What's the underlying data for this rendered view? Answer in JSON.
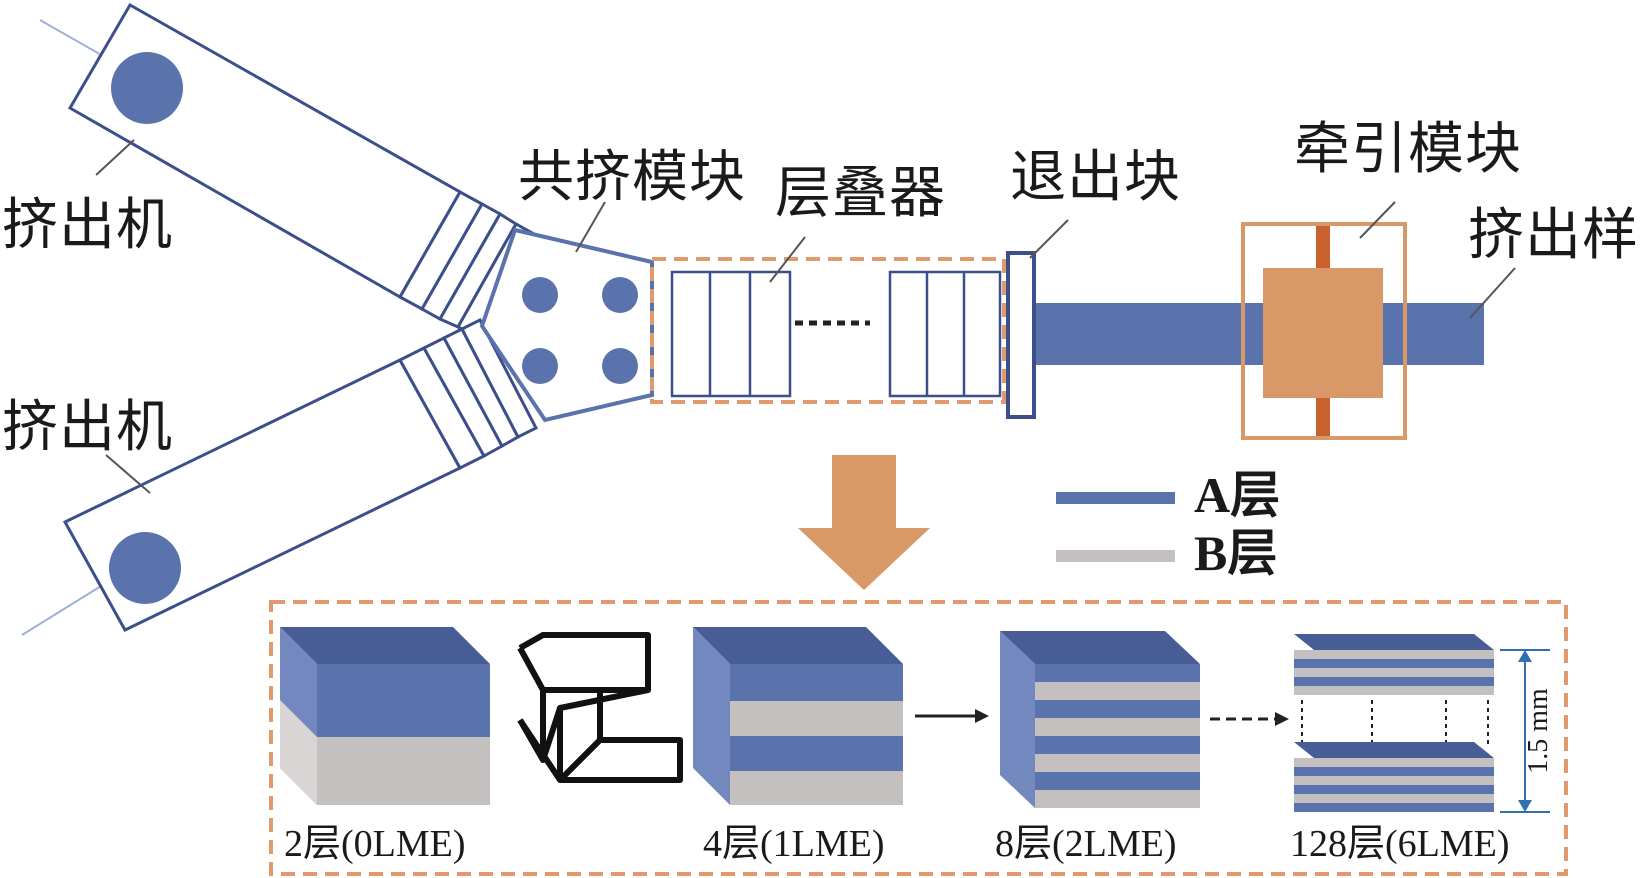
{
  "labels": {
    "extruder_top": "挤出机",
    "extruder_bottom": "挤出机",
    "coextrusion_module": "共挤模块",
    "layer_multiplier": "层叠器",
    "exit_block": "退出块",
    "traction_module": "牵引模块",
    "extruded_sample": "挤出样"
  },
  "legend": {
    "a_layer": "A层",
    "b_layer": "B层"
  },
  "stages": [
    {
      "label": "2层(0LME)"
    },
    {
      "label": "4层(1LME)"
    },
    {
      "label": "8层(2LME)"
    },
    {
      "label": "128层(6LME)"
    }
  ],
  "thickness_label": "1.5 mm",
  "colors": {
    "a_layer": "#5b73ad",
    "a_layer_top": "#485d95",
    "a_layer_side": "#7388bf",
    "b_layer": "#c4c0bf",
    "b_layer_side": "#d8d5d4",
    "orange": "#d99868",
    "orange_frame": "#e09a6e",
    "dark_orange": "#c9612e",
    "outline": "#3d4f8a"
  }
}
